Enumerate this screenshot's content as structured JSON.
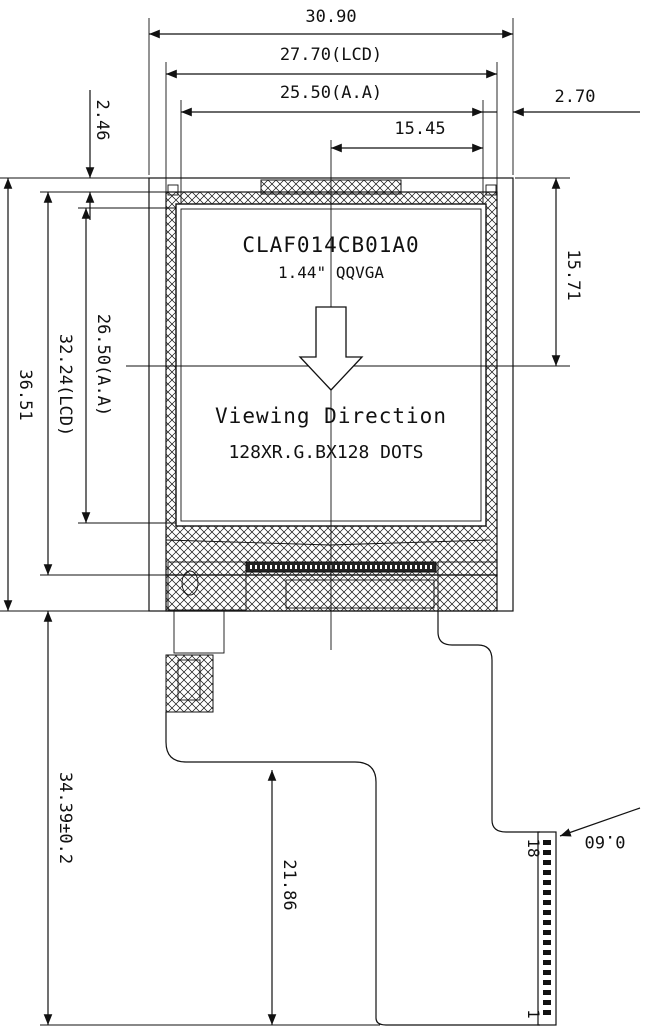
{
  "dimensions": {
    "overall_width": "30.90",
    "lcd_width": "27.70(LCD)",
    "active_area_width": "25.50(A.A)",
    "left_offset": "2.46",
    "right_offset": "2.70",
    "center_offset_x": "15.45",
    "center_offset_y": "15.71",
    "overall_height": "36.51",
    "lcd_height": "32.24(LCD)",
    "active_area_height": "26.50(A.A)",
    "fpc_length": "34.39±0.2",
    "fpc_inner_length": "21.86",
    "pin_pitch": "0.60"
  },
  "labels": {
    "part_number": "CLAF014CB01A0",
    "size": "1.44\" QQVGA",
    "viewing_direction": "Viewing Direction",
    "resolution": "128XR.G.BX128 DOTS"
  },
  "pins": {
    "first": "1",
    "last": "18",
    "count": 18
  }
}
